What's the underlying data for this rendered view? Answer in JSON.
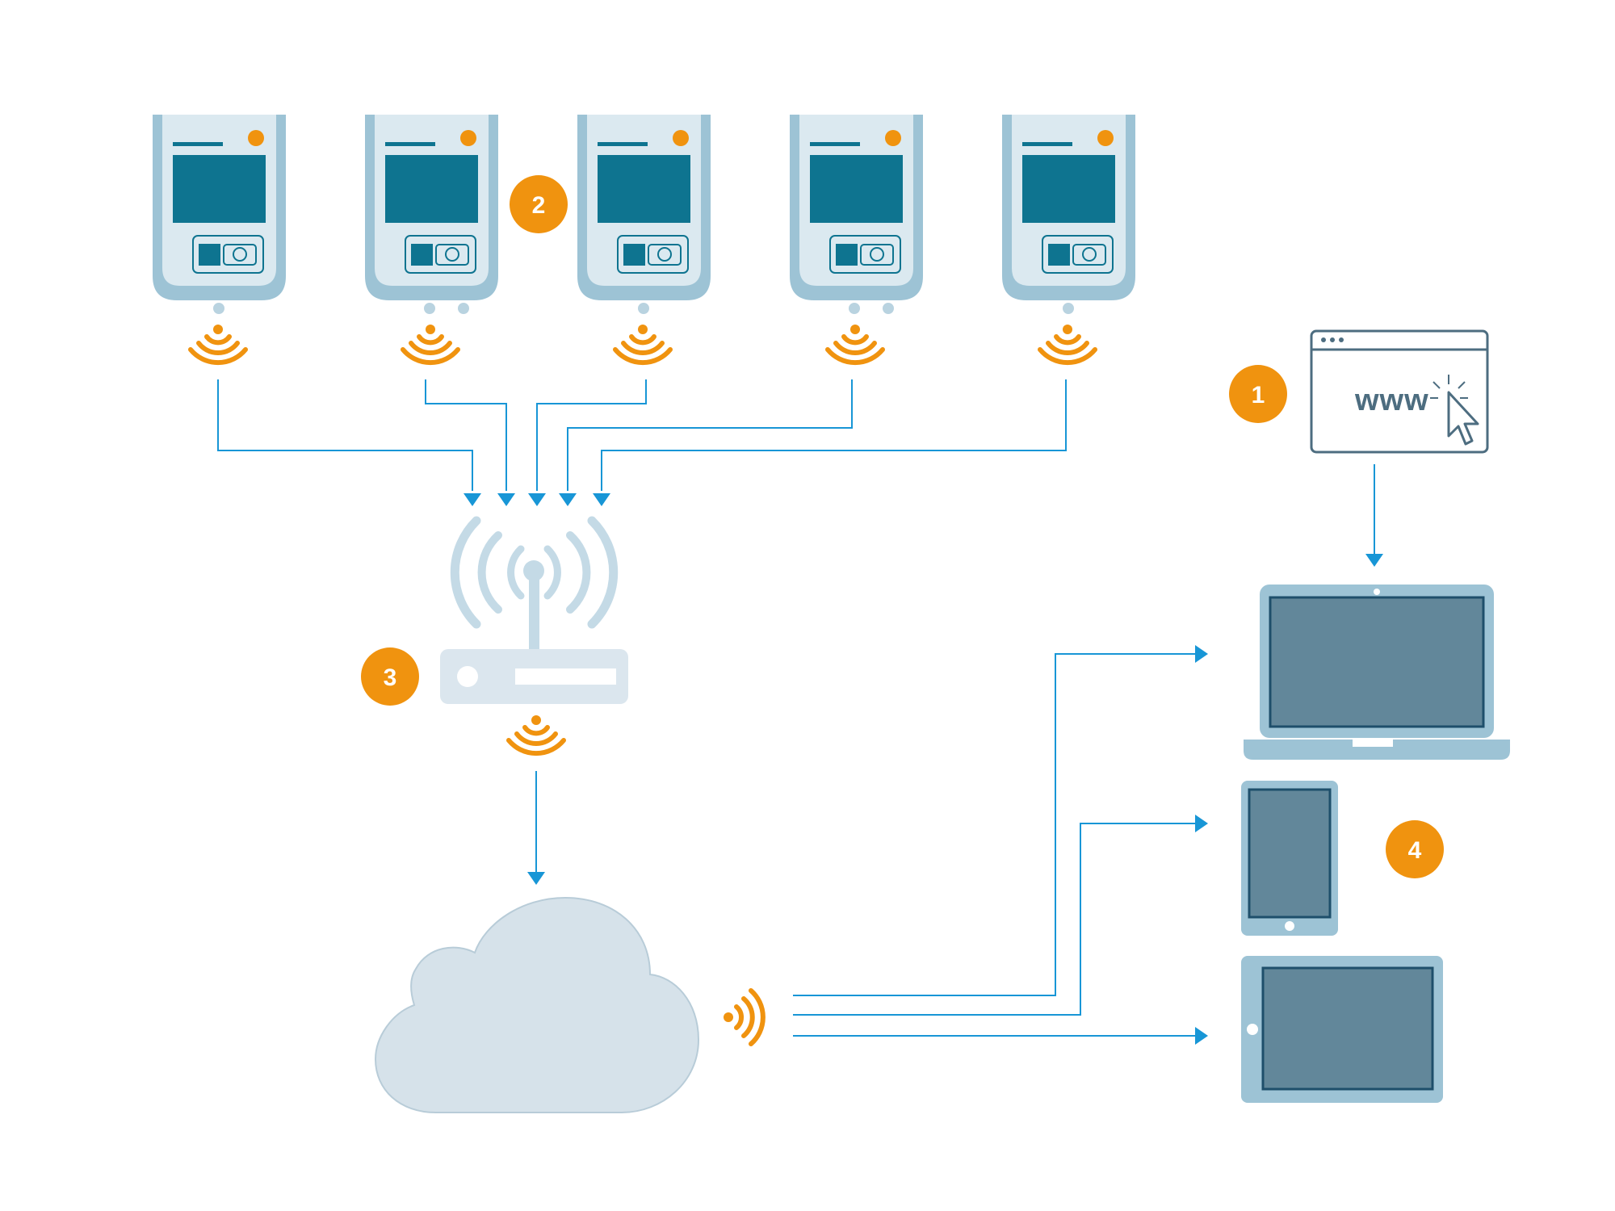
{
  "colors": {
    "accent_orange": "#f0930f",
    "arrow_blue": "#1896d6",
    "device_light": "#9dc3d5",
    "device_face": "#dbe9f0",
    "device_screen": "#0e7490",
    "screen_gray": "#62879a",
    "cloud_fill": "#d6e2ea",
    "router_fill": "#dbe6ee"
  },
  "badges": {
    "websoftware": "1",
    "loggers": "2",
    "router": "3",
    "end_devices": "4"
  },
  "browser": {
    "url_text": "www"
  },
  "icons": {
    "logger": "data-logger-icon",
    "wifi_signal": "wifi-signal-icon",
    "antenna": "antenna-icon",
    "router": "router-icon",
    "cloud": "cloud-icon",
    "browser": "browser-window-icon",
    "cursor": "mouse-cursor-icon",
    "laptop": "laptop-icon",
    "smartphone": "smartphone-icon",
    "tablet": "tablet-icon"
  }
}
